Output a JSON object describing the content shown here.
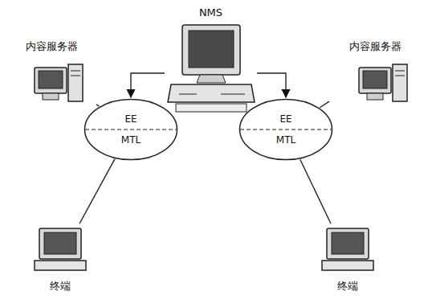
{
  "diagram": {
    "nodes": [
      {
        "text": [
          "内容服务器"
        ]
      },
      {
        "text": [
          "NMS"
        ]
      },
      {
        "text": [
          "内容服务器"
        ]
      },
      {
        "text": [
          "EE",
          "MTL"
        ]
      },
      {
        "text": [
          "EE",
          "MTL"
        ]
      },
      {
        "text": [
          "终端"
        ]
      },
      {
        "text": [
          "终端"
        ]
      }
    ],
    "edges": [
      {
        "from": 0,
        "to": 3,
        "arrow": "none"
      },
      {
        "from": 1,
        "to": 3,
        "arrow": "to"
      },
      {
        "from": 2,
        "to": 4,
        "arrow": "none"
      },
      {
        "from": 1,
        "to": 4,
        "arrow": "to"
      },
      {
        "from": 3,
        "to": 5,
        "arrow": "none"
      },
      {
        "from": 4,
        "to": 6,
        "arrow": "none"
      }
    ]
  }
}
